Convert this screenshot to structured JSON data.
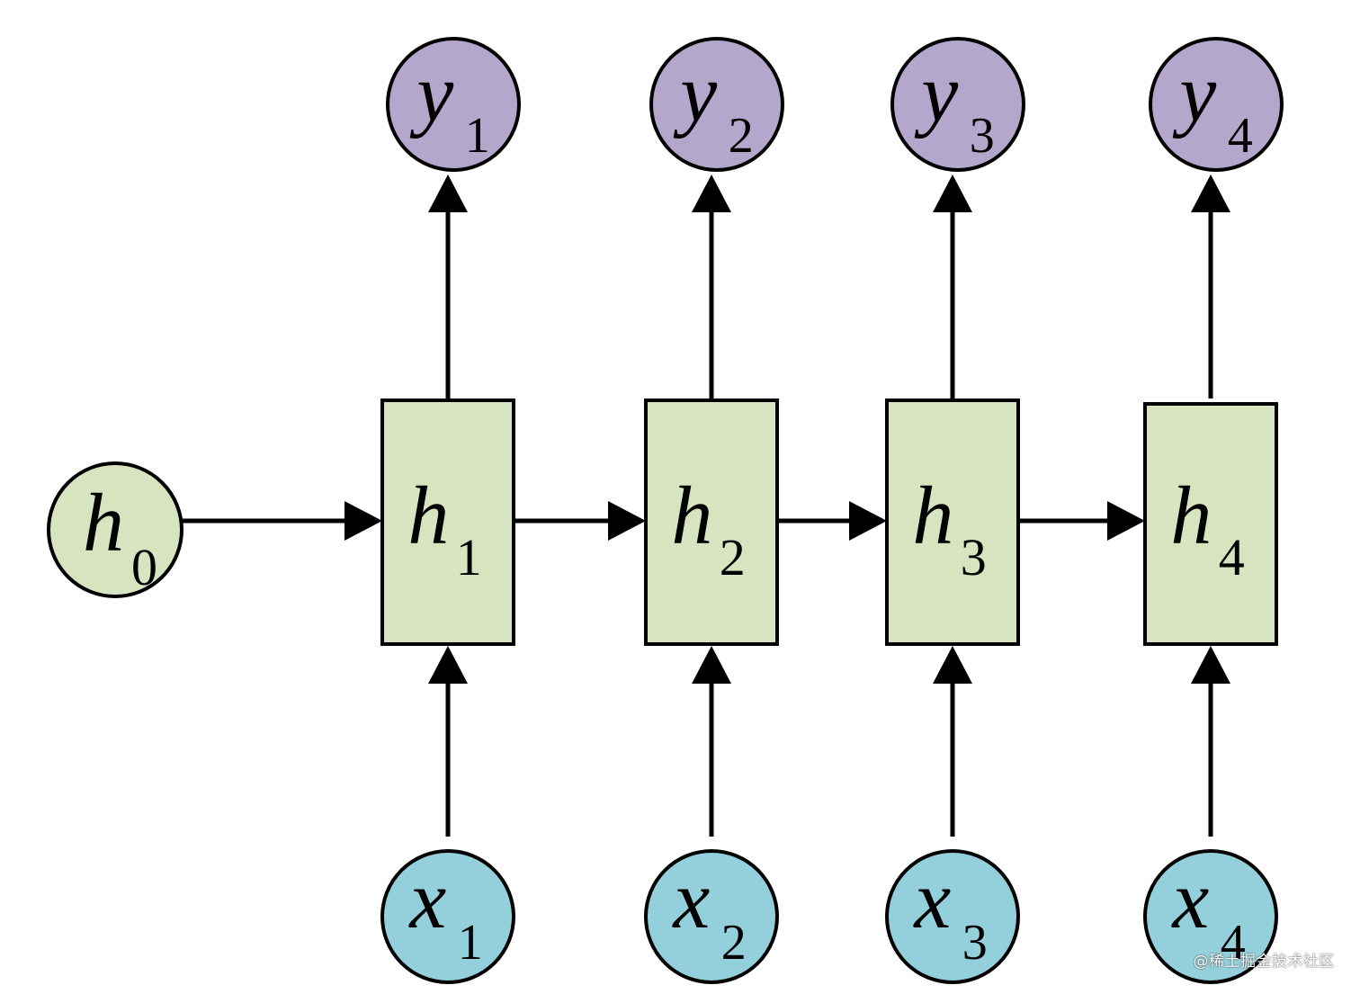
{
  "colors": {
    "output_fill": "#b4a7cc",
    "hidden_fill": "#d8e4c0",
    "input_fill": "#94d0dc",
    "stroke": "#000000"
  },
  "initial_state": {
    "letter": "h",
    "sub": "0"
  },
  "steps": [
    {
      "hidden": {
        "letter": "h",
        "sub": "1"
      },
      "input": {
        "letter": "x",
        "sub": "1"
      },
      "output": {
        "letter": "y",
        "sub": "1"
      }
    },
    {
      "hidden": {
        "letter": "h",
        "sub": "2"
      },
      "input": {
        "letter": "x",
        "sub": "2"
      },
      "output": {
        "letter": "y",
        "sub": "2"
      }
    },
    {
      "hidden": {
        "letter": "h",
        "sub": "3"
      },
      "input": {
        "letter": "x",
        "sub": "3"
      },
      "output": {
        "letter": "y",
        "sub": "3"
      }
    },
    {
      "hidden": {
        "letter": "h",
        "sub": "4"
      },
      "input": {
        "letter": "x",
        "sub": "4"
      },
      "output": {
        "letter": "y",
        "sub": "4"
      }
    }
  ],
  "watermark": "@稀土掘金技术社区"
}
